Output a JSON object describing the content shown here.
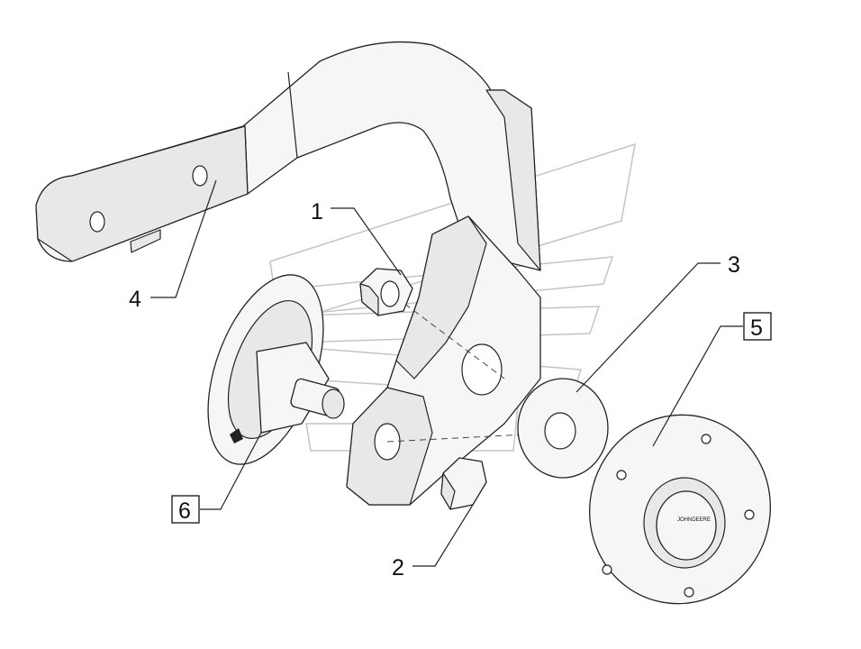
{
  "callouts": {
    "c1": "1",
    "c2": "2",
    "c3": "3",
    "c4": "4",
    "c5": "5",
    "c6": "6"
  },
  "hub_label": "JOHNDEERE",
  "colors": {
    "line": "#222222",
    "fill": "#f6f6f6",
    "watermark": "#c4c4c4"
  }
}
